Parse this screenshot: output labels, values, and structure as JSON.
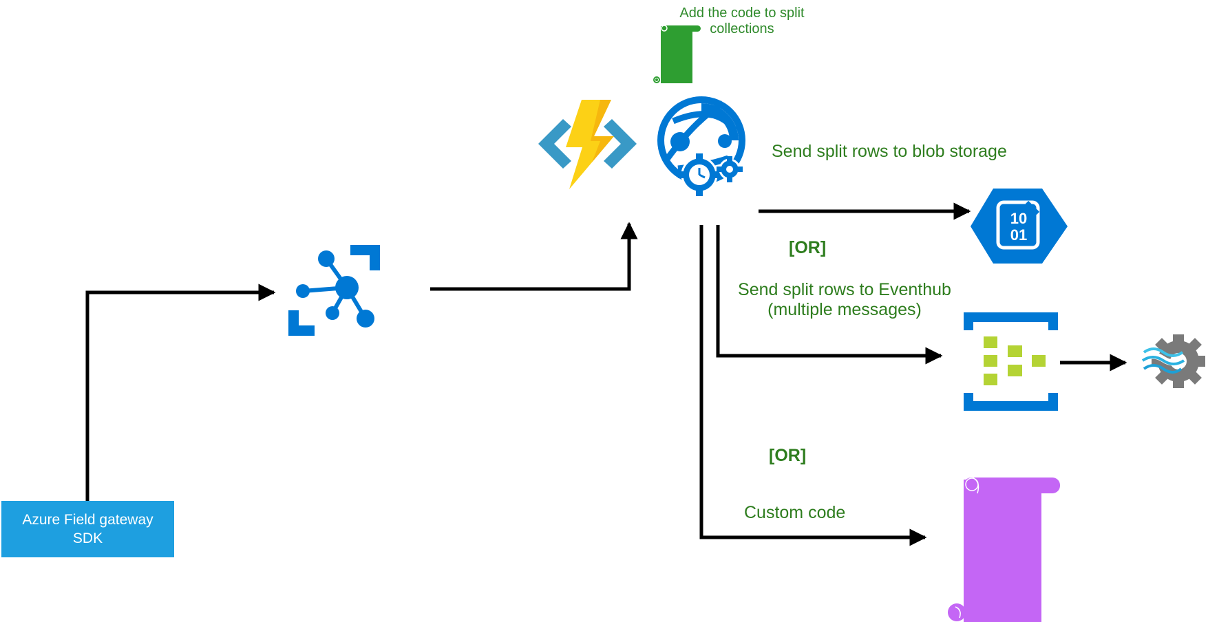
{
  "gateway": {
    "line1": "Azure Field gateway",
    "line2": "SDK"
  },
  "labels": {
    "split_code_line1": "Add the code to split",
    "split_code_line2": "collections",
    "blob": "Send split rows to blob storage",
    "or1": "[OR]",
    "eventhub_line1": "Send split rows to Eventhub",
    "eventhub_line2": "(multiple messages)",
    "or2": "[OR]",
    "custom": "Custom code"
  },
  "icons": {
    "iot_hub": "iot-hub-icon",
    "function": "azure-function-icon",
    "app_service": "web-app-globe-gears-icon",
    "script_green": "script-scroll-icon",
    "blob": "blob-storage-hexagon-icon",
    "eventhub": "event-hub-icon",
    "stream_analytics": "stream-analytics-gear-icon",
    "script_purple": "custom-code-scroll-icon"
  },
  "colors": {
    "azure_blue": "#0078d4",
    "gateway_box": "#1e9fe0",
    "label_green": "#2e7d1e",
    "script_green": "#2e9e31",
    "script_purple": "#c466f5",
    "eventhub_squares": "#b4d334",
    "function_yellow": "#fcd116",
    "function_bracket": "#3999c6"
  }
}
